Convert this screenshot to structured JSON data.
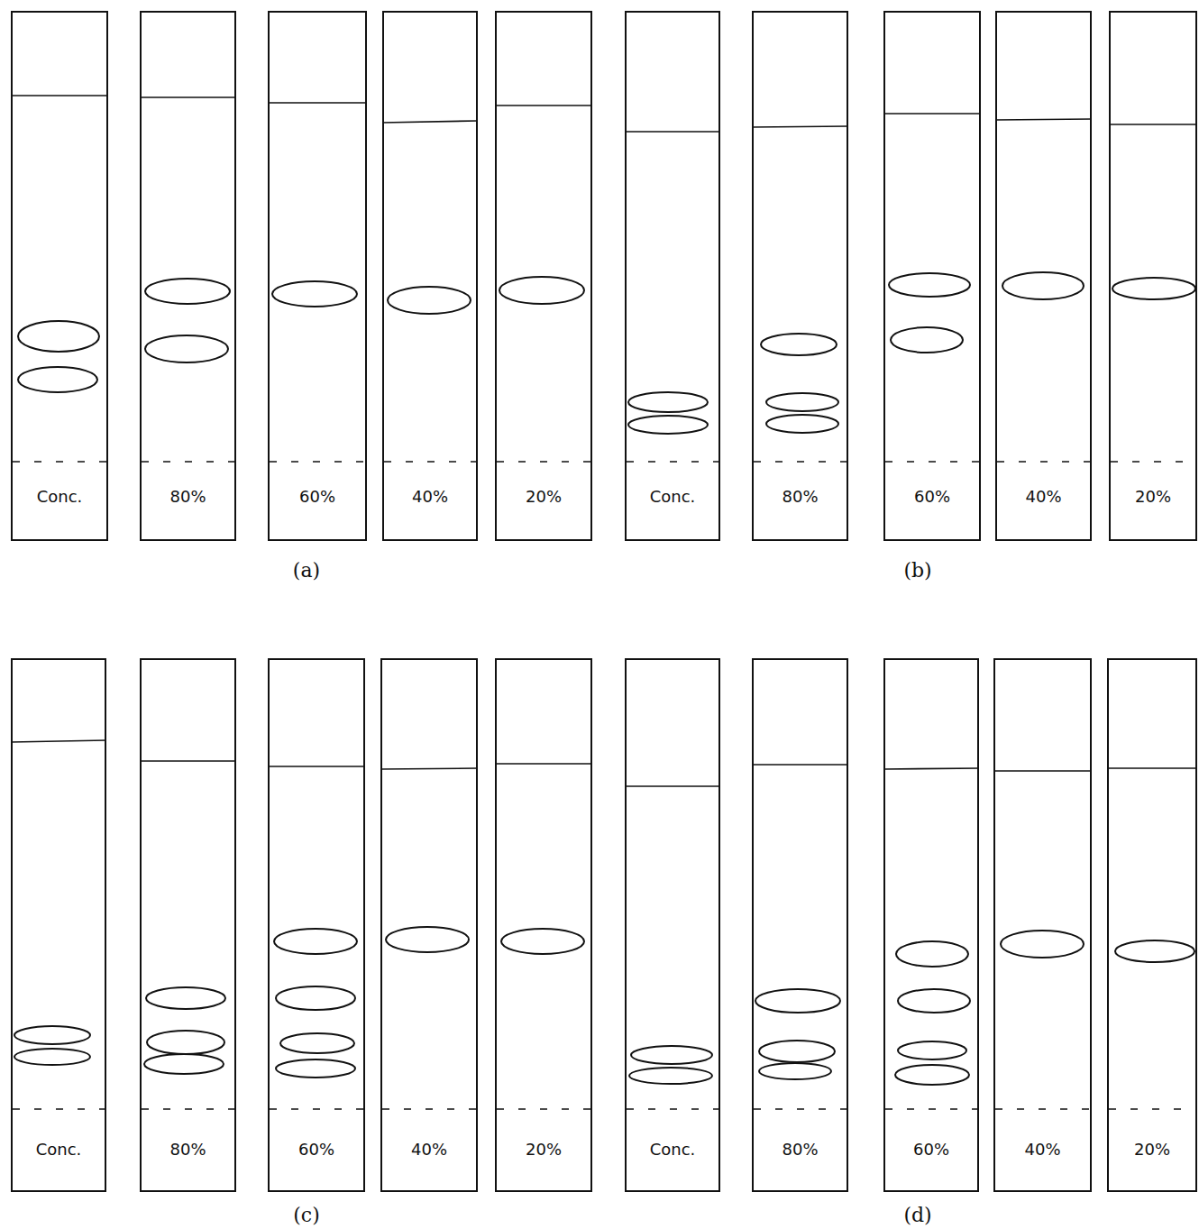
{
  "diagram": {
    "nodes": [
      {
        "text": [
          "Conc."
        ]
      },
      {
        "text": [
          "80%"
        ]
      },
      {
        "text": [
          "60%"
        ]
      },
      {
        "text": [
          "40%"
        ]
      },
      {
        "text": [
          "20%"
        ]
      },
      {
        "text": [
          "Conc."
        ]
      },
      {
        "text": [
          "80%"
        ]
      },
      {
        "text": [
          "60%"
        ]
      },
      {
        "text": [
          "40%"
        ]
      },
      {
        "text": [
          "20%"
        ]
      },
      {
        "text": [
          "Conc."
        ]
      },
      {
        "text": [
          "80%"
        ]
      },
      {
        "text": [
          "60%"
        ]
      },
      {
        "text": [
          "40%"
        ]
      },
      {
        "text": [
          "20%"
        ]
      },
      {
        "text": [
          "Conc."
        ]
      },
      {
        "text": [
          "80%"
        ]
      },
      {
        "text": [
          "60%"
        ]
      },
      {
        "text": [
          "40%"
        ]
      },
      {
        "text": [
          "20%"
        ]
      }
    ],
    "labels": [
      "(a)",
      "(b)",
      "(c)",
      "(d)"
    ]
  }
}
